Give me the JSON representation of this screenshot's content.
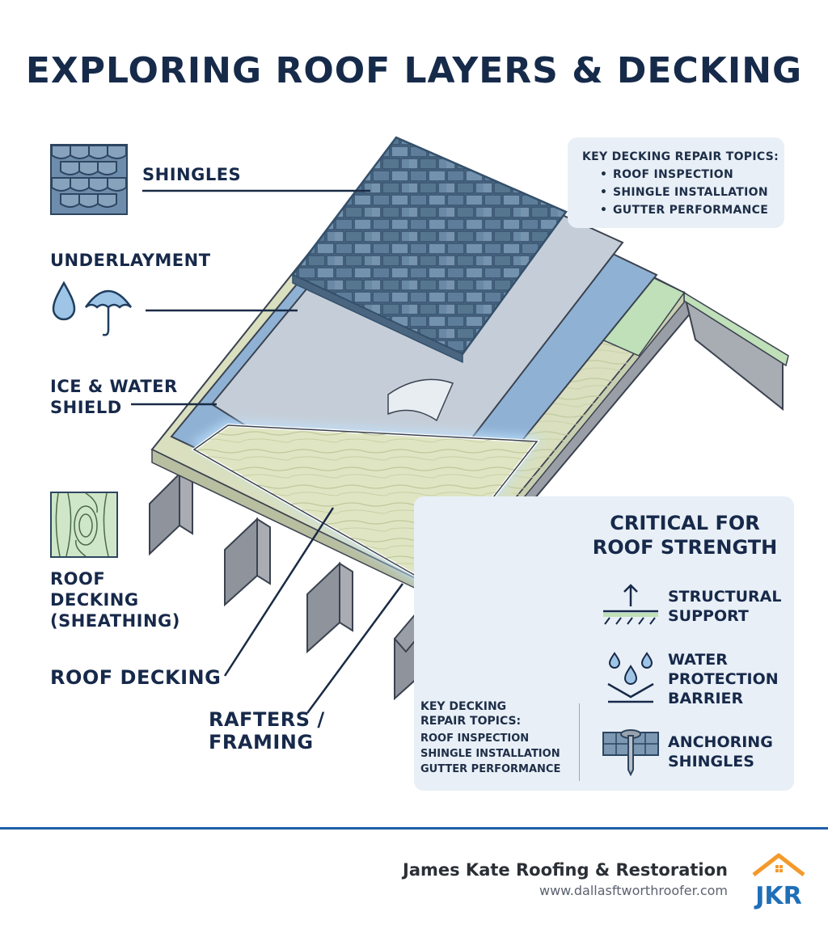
{
  "title": "EXPLORING ROOF LAYERS & DECKING",
  "labels": {
    "shingles": "SHINGLES",
    "underlayment": "UNDERLAYMENT",
    "ice_water_1": "ICE & WATER",
    "ice_water_2": "SHIELD",
    "roof_decking_1": "ROOF",
    "roof_decking_2": "DECKING",
    "roof_decking_3": "(SHEATHING)",
    "roof_decking_callout": "ROOF DECKING",
    "rafters_1": "RAFTERS /",
    "rafters_2": "FRAMING"
  },
  "topics_top": {
    "heading": "KEY DECKING REPAIR TOPICS:",
    "items": [
      "ROOF INSPECTION",
      "SHINGLE INSTALLATION",
      "GUTTER PERFORMANCE"
    ]
  },
  "strength_panel": {
    "title_1": "CRITICAL FOR",
    "title_2": "ROOF STRENGTH",
    "features": [
      {
        "line1": "STRUCTURAL",
        "line2": "SUPPORT",
        "line3": "",
        "icon": "structural-support-icon"
      },
      {
        "line1": "WATER",
        "line2": "PROTECTION",
        "line3": "BARRIER",
        "icon": "water-barrier-icon"
      },
      {
        "line1": "ANCHORING",
        "line2": "SHINGLES",
        "line3": "",
        "icon": "nail-anchor-icon"
      }
    ]
  },
  "topics_bottom": {
    "heading_1": "KEY DECKING",
    "heading_2": "REPAIR TOPICS:",
    "items": [
      "ROOF INSPECTION",
      "SHINGLE INSTALLATION",
      "GUTTER PERFORMANCE"
    ]
  },
  "footer": {
    "company": "James Kate Roofing & Restoration",
    "website": "www.dallasftworthroofer.com",
    "logo_text": "JKR"
  },
  "colors": {
    "navy": "#17294a",
    "shingle": "#5f7f9c",
    "underlay": "#c9d2dc",
    "ice_shield": "#8fb2d4",
    "decking": "#d7dfb9",
    "accent_green": "#bfe0b8",
    "footer_rule": "#1f5fa8",
    "logo_orange": "#f39a2b",
    "logo_blue": "#1f6fb8"
  }
}
